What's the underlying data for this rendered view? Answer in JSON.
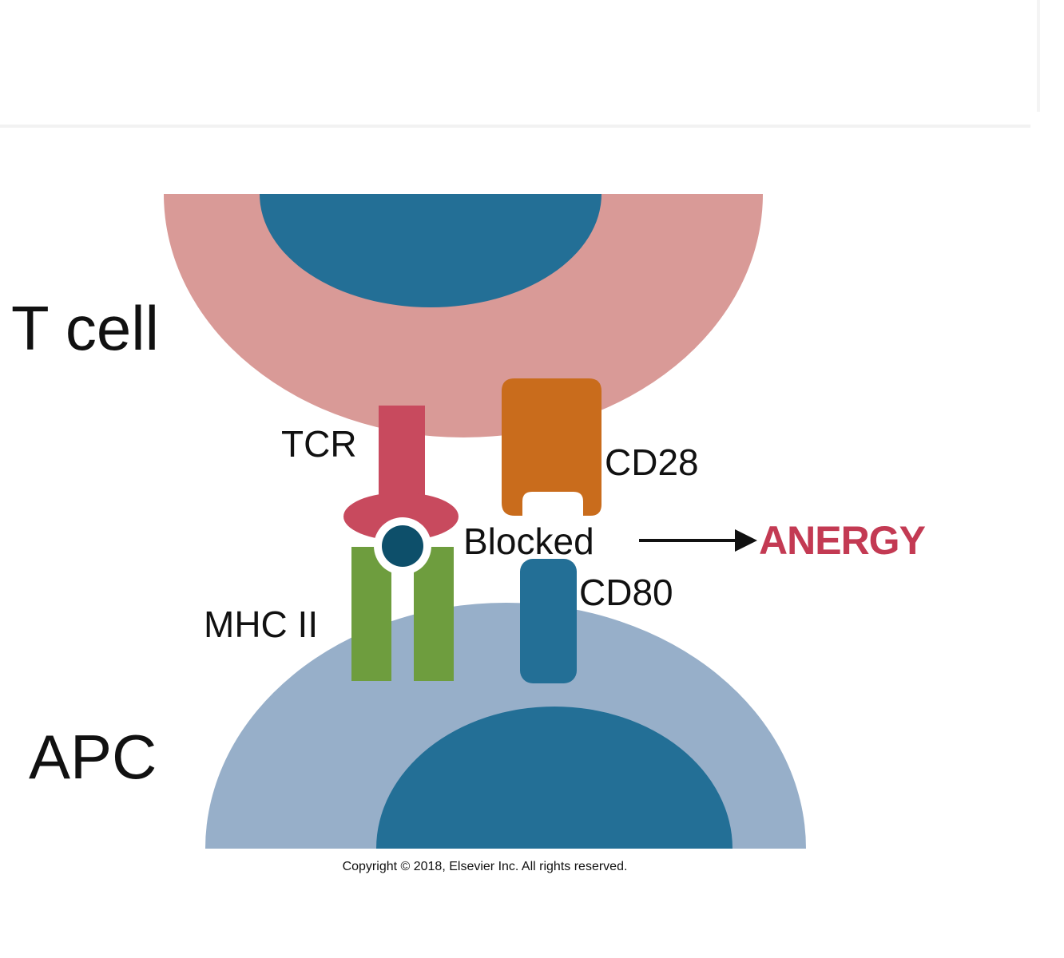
{
  "labels": {
    "t_cell": "T cell",
    "apc": "APC",
    "tcr": "TCR",
    "cd28": "CD28",
    "mhc_ii": "MHC II",
    "cd80": "CD80",
    "blocked": "Blocked",
    "anergy": "ANERGY",
    "copyright": "Copyright © 2018, Elsevier Inc. All rights reserved."
  },
  "colors": {
    "t_cell_cytoplasm": "#d99a97",
    "t_cell_nucleus": "#236f96",
    "apc_cytoplasm": "#97afc9",
    "apc_nucleus": "#236f96",
    "tcr": "#c84a5e",
    "cd28": "#c96c1c",
    "mhc_ii": "#6e9d3e",
    "cd80": "#236f96",
    "peptide": "#0d4f6a",
    "anergy_text": "#c33a53"
  }
}
